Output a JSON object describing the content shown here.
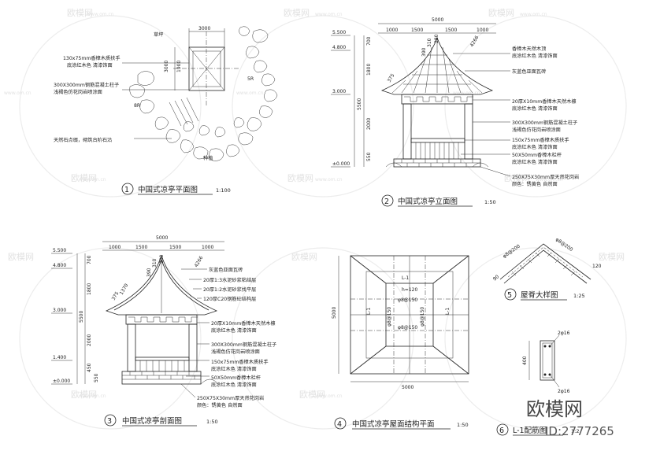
{
  "watermark": {
    "brand": "欧模网",
    "url": "www.om.cn"
  },
  "corner_logo": {
    "brand": "欧模网",
    "id": "ID:2777265"
  },
  "views": [
    {
      "num": "1",
      "title": "中国式凉亭平面图",
      "scale": "1:100"
    },
    {
      "num": "2",
      "title": "中国式凉亭立面图",
      "scale": "1:50"
    },
    {
      "num": "3",
      "title": "中国式凉亭剖面图",
      "scale": "1:50"
    },
    {
      "num": "4",
      "title": "中国式凉亭屋面结构平面",
      "scale": "1:50"
    },
    {
      "num": "5",
      "title": "屋脊大样图",
      "scale": "1:25"
    },
    {
      "num": "6",
      "title": "L-1配筋图",
      "scale": "1:2"
    }
  ],
  "plan": {
    "labels": [
      "草坪",
      "5R",
      "8R",
      "种植"
    ],
    "dims": [
      "3000",
      "3000",
      "1900"
    ],
    "notes": [
      "130x75mm香樟木质扶手",
      "底涂红木色  清漆饰面",
      "300X300mm钢筋混凝土柱子",
      "浅褐色仿花岗岩喷涂面",
      "天然石点缀，砌筑台阶石沿"
    ]
  },
  "elevation": {
    "levels": [
      "5.500",
      "4.800",
      "3.000",
      "±0.000"
    ],
    "top_dims": [
      "5000",
      "1000",
      "1500",
      "1500",
      "1000"
    ],
    "left_dims": [
      "700",
      "1800",
      "2000",
      "550",
      "5500"
    ],
    "angle_dims": [
      "390",
      "310",
      "280",
      "375",
      "4266"
    ],
    "notes": [
      "香樟木天然木顶",
      "底涂红木色  清漆饰面",
      "灰蓝色亚面瓦砖",
      "20厚X10mm香樟木天然木檩",
      "底涂红木色  清漆饰面",
      "300X300mm钢筋混凝土柱子",
      "浅褐色仿花岗岩喷涂面",
      "150x75mm香樟木质扶手",
      "底涂红木色  清漆饰面",
      "50X50mm香樟木栏杆",
      "底涂红木色  清漆饰面",
      "250X75X30mm厚天然花岗岩",
      "颜色：锈黄色  自然面"
    ]
  },
  "section": {
    "levels": [
      "5.500",
      "4.800",
      "3.000",
      "1.400",
      "±0.000"
    ],
    "top_dims": [
      "5000",
      "1000",
      "1500",
      "1500",
      "1000"
    ],
    "left_dims": [
      "700",
      "1800",
      "2000",
      "450",
      "550",
      "5500"
    ],
    "angle_dims": [
      "390",
      "310",
      "280",
      "375",
      "4266",
      "1370"
    ],
    "notes": [
      "灰蓝色亚面瓦砖",
      "20厚1:3水泥砂浆粘结层",
      "20厚1:2水泥砂浆找平层",
      "120厚C20钢筋砼结构层",
      "20厚X10mm香樟木天然木檩",
      "底涂红木色  清漆饰面",
      "300X300mm钢筋混凝土柱子",
      "浅褐色仿花岗岩喷涂面",
      "150x75mm香樟木质扶手",
      "底涂红木色  清漆饰面",
      "50X50mm香樟木栏杆",
      "底涂红木色  清漆饰面",
      "250X75X30mm厚天然花岗岩",
      "颜色：锈黄色  自然面"
    ]
  },
  "roof_plan": {
    "labels": [
      "L-1",
      "L-1",
      "L-1",
      "h=120",
      "φ8@150",
      "φ8@150",
      "φ8@150",
      "φ8@150"
    ],
    "dims": [
      "5000",
      "5000"
    ]
  },
  "ridge": {
    "labels": [
      "φ8@200",
      "φ8@200",
      "90",
      "120"
    ]
  },
  "rebar": {
    "labels": [
      "2φ16",
      "2φ16",
      "400"
    ]
  }
}
